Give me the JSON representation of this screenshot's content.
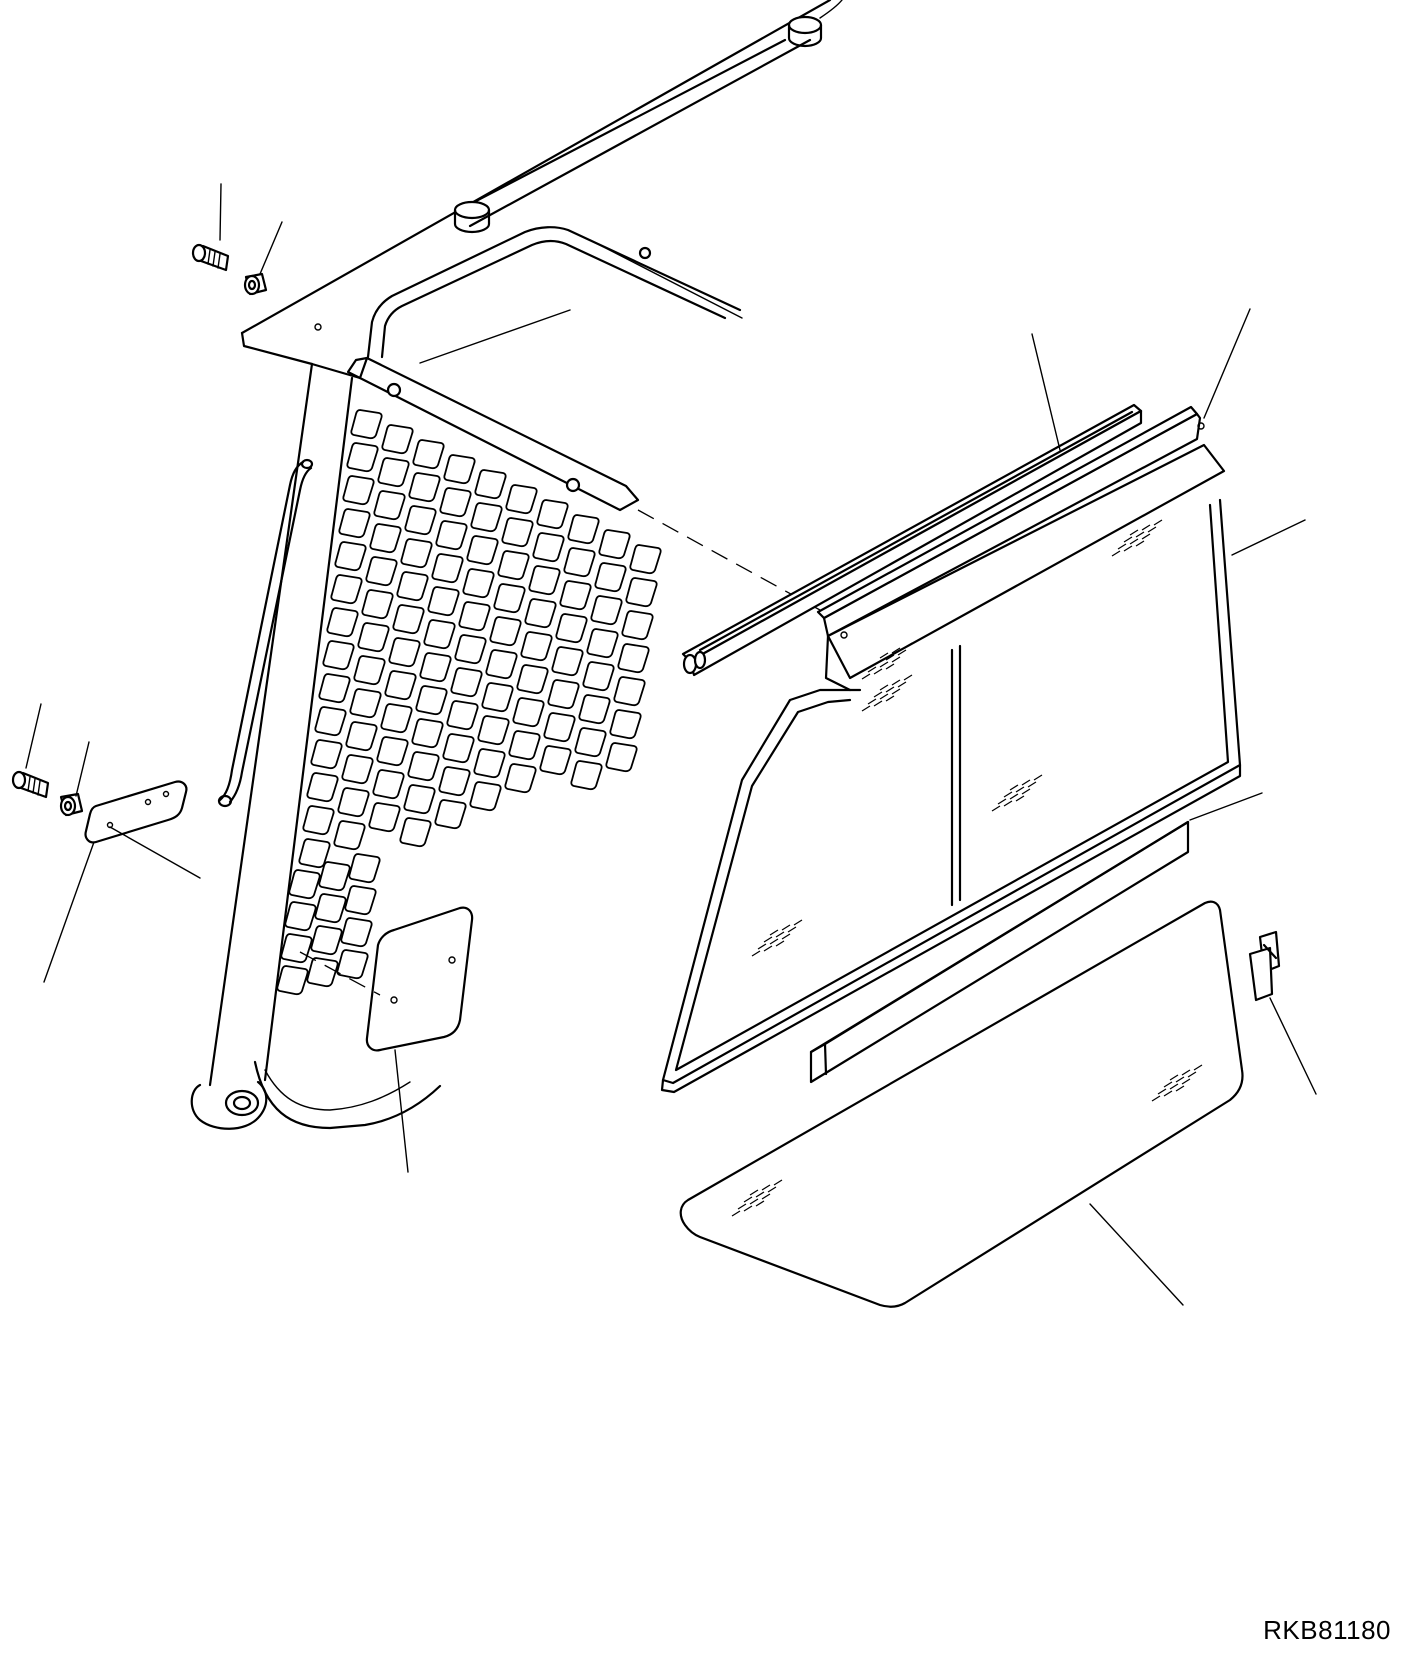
{
  "drawing_code": "RKB81180",
  "colors": {
    "line": "#000000",
    "background": "#ffffff"
  },
  "parts": [
    "cab-roof-plate",
    "cab-rear-frame",
    "mesh-guard",
    "grab-handle",
    "rear-window-glass",
    "upper-rail",
    "window-seal",
    "lower-rail",
    "lower-glass-panel",
    "clip",
    "cover-plate",
    "bracket-plate",
    "bolt-upper",
    "washer-upper",
    "bolt-lower",
    "washer-lower"
  ]
}
